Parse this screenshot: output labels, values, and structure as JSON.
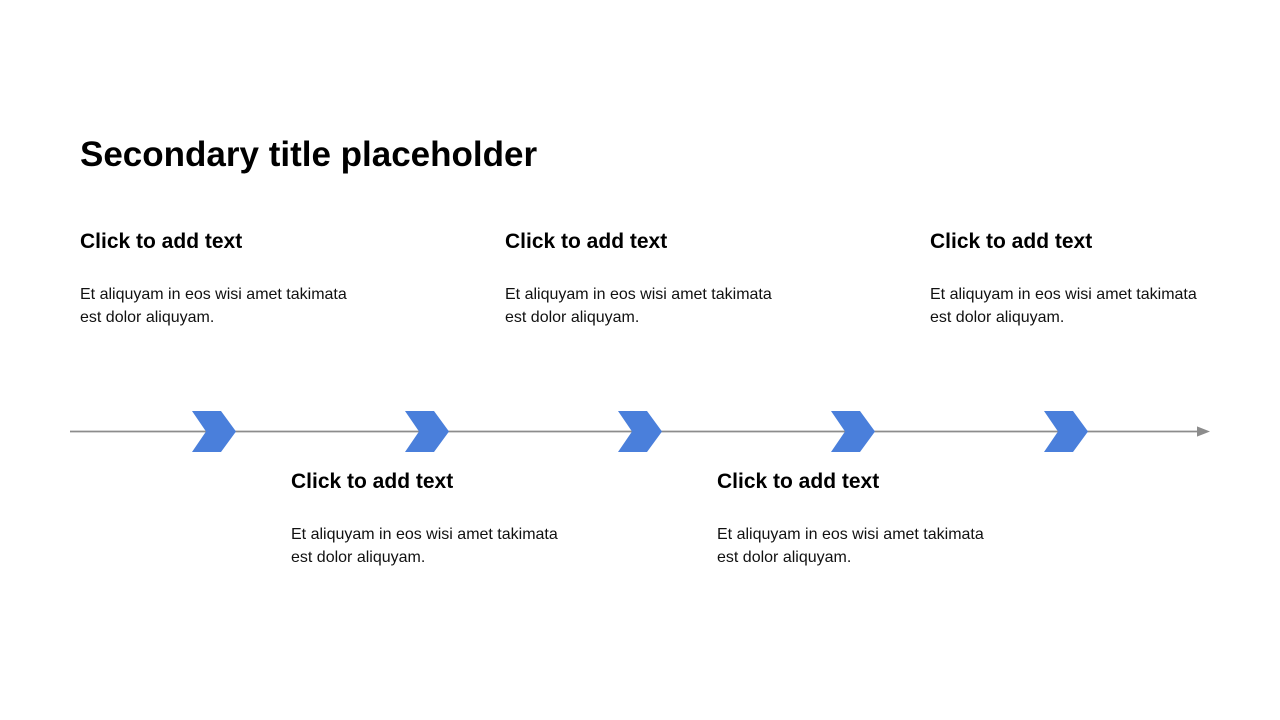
{
  "slide": {
    "title": "Secondary title placeholder",
    "top_blocks": [
      {
        "heading": "Click to add text",
        "body": "Et aliquyam in eos wisi amet takimata est dolor aliquyam."
      },
      {
        "heading": "Click to add text",
        "body": "Et aliquyam in eos wisi amet takimata est dolor aliquyam."
      },
      {
        "heading": "Click to add text",
        "body": "Et aliquyam in eos wisi amet takimata est dolor aliquyam."
      }
    ],
    "bottom_blocks": [
      {
        "heading": "Click to add text",
        "body": "Et aliquyam in eos wisi amet takimata est dolor aliquyam."
      },
      {
        "heading": "Click to add text",
        "body": "Et aliquyam in eos wisi amet takimata est dolor aliquyam."
      }
    ],
    "timeline": {
      "marker_count": 5,
      "marker_shape": "chevron-arrow-right",
      "marker_color": "#4A7FDB",
      "line_color": "#8C8C8C"
    }
  }
}
